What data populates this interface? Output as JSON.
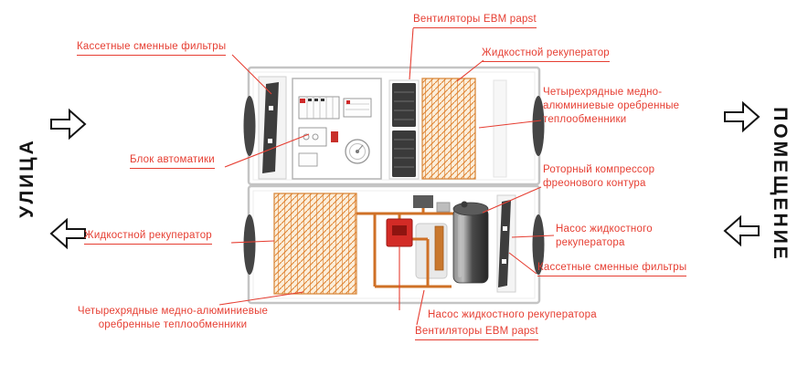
{
  "sides": {
    "left_label": "УЛИЦА",
    "right_label": "ПОМЕЩЕНИЕ"
  },
  "labels": {
    "filters_top": "Кассетные сменные фильтры",
    "fans_top": "Вентиляторы EBM papst",
    "liquid_recuperator_top": "Жидкостной рекуператор",
    "heat_exchangers_right": "Четырехрядные медно-\nалюминиевые оребренные\nтеплообменники",
    "automation_block": "Блок автоматики",
    "rotary_compressor": "Роторный компрессор\nфреонового контура",
    "recuperator_pump_right": "Насос жидкостного\nрекуператора",
    "filters_right": "Кассетные сменные фильтры",
    "liquid_recuperator_bottom": "Жидкостной рекуператор",
    "heat_exchangers_bottom": "Четырехрядные медно-алюминиевые\nоребренные теплообменники",
    "recuperator_pump_bottom": "Насос жидкостного рекуператора",
    "fans_bottom": "Вентиляторы EBM papst"
  },
  "colors": {
    "accent_red": "#e63e32",
    "coil_orange": "#e08433",
    "pipe_copper": "#cf7026",
    "pump_red": "#d32b26",
    "component_dark": "#3d3d3d",
    "casing_border": "#c4c4c4"
  }
}
